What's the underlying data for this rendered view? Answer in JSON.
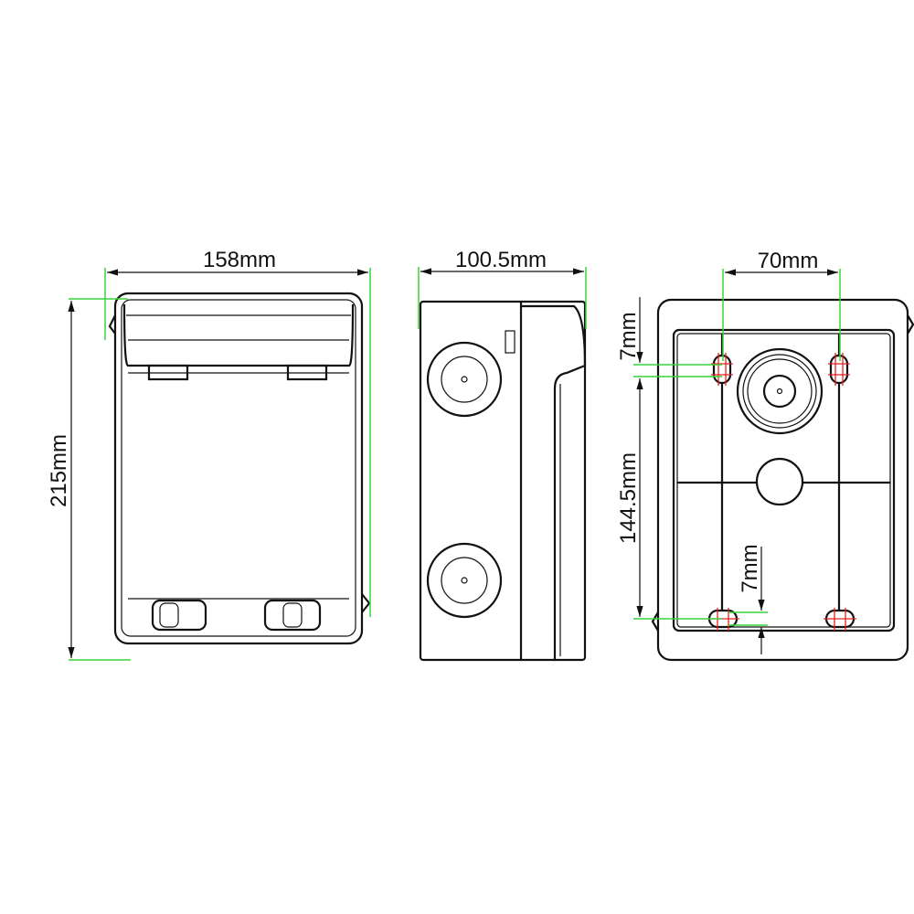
{
  "front_view": {
    "width_label": "158mm",
    "height_label": "215mm"
  },
  "side_view": {
    "depth_label": "100.5mm"
  },
  "rear_view": {
    "hole_spacing_label": "70mm",
    "top_offset_label": "7mm",
    "vertical_spacing_label": "144.5mm",
    "bottom_offset_label": "7mm"
  },
  "colors": {
    "dimension_line": "#39d43a",
    "hole_mark": "#e52020",
    "outline": "#111111"
  }
}
